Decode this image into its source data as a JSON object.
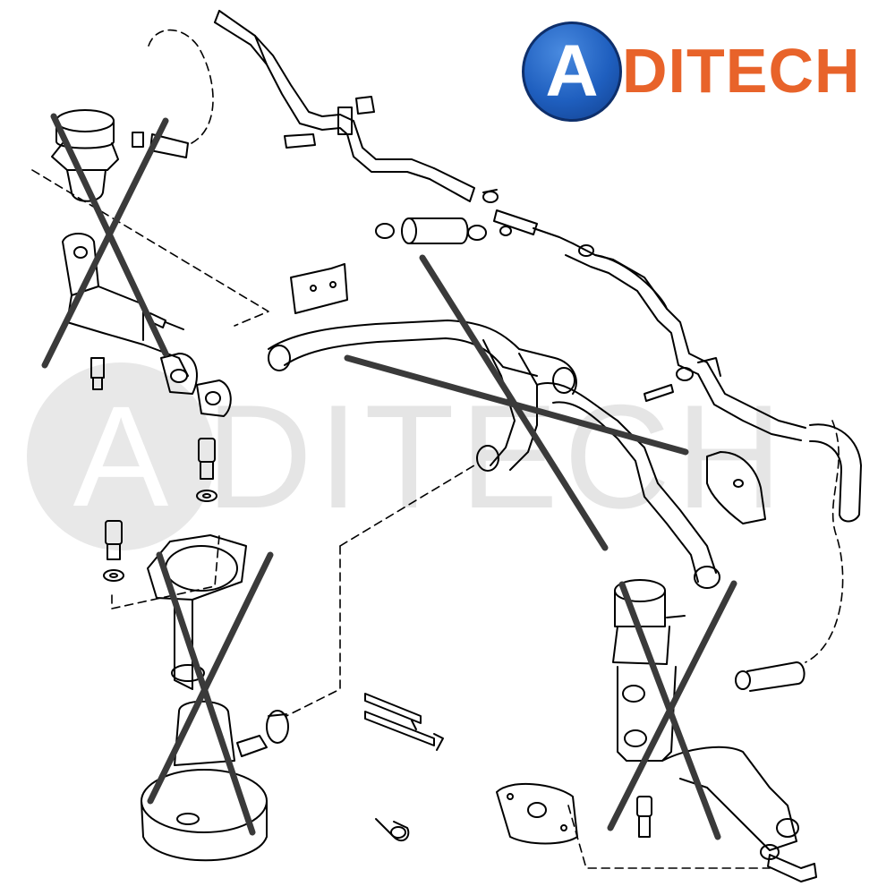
{
  "logo": {
    "letter": "A",
    "text": "DITECH",
    "colors": {
      "badge": "#1f5fbf",
      "text": "#e8632a"
    }
  },
  "watermark": {
    "letter": "A",
    "text": "DITECH",
    "color": "#9a9a9a"
  },
  "diagram": {
    "line_color": "#000000",
    "cross_color": "#333333",
    "crossed_out_parts": [
      "upper-left-valve",
      "center-hose-assembly",
      "lower-left-pump",
      "right-valve-assembly"
    ],
    "icons": [
      "hose-pipe-icon",
      "hose-clamp-icon",
      "bolt-icon",
      "washer-icon",
      "flange-gasket-icon",
      "air-pump-icon",
      "check-valve-icon",
      "bracket-icon",
      "connector-icon"
    ]
  }
}
